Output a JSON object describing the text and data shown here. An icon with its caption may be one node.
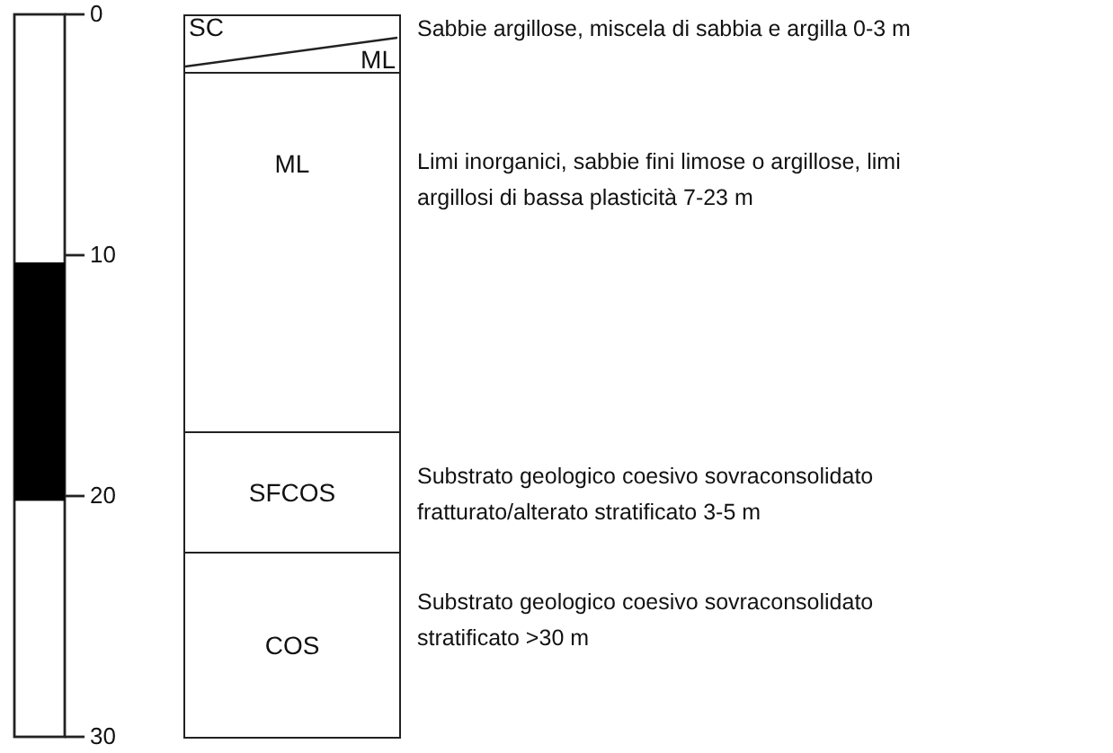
{
  "diagram": {
    "nodes": [
      {
        "text": [
          "SC",
          "ML"
        ],
        "beside": [
          "Sabbie argillose, miscela di sabbia e argilla 0-3 m"
        ]
      },
      {
        "text": [
          "ML"
        ],
        "beside": [
          "Limi inorganici, sabbie fini limose o argillose, limi argillosi di bassa plasticità 7-23 m"
        ]
      },
      {
        "text": [
          "SFCOS"
        ],
        "beside": [
          "Substrato geologico coesivo sovraconsolidato fratturato/alterato stratificato 3-5 m"
        ]
      },
      {
        "text": [
          "COS"
        ],
        "beside": [
          "Substrato geologico coesivo sovraconsolidato stratificato >30 m"
        ]
      }
    ],
    "edges": [],
    "labels": [
      "0",
      "10",
      "20",
      "30"
    ]
  }
}
